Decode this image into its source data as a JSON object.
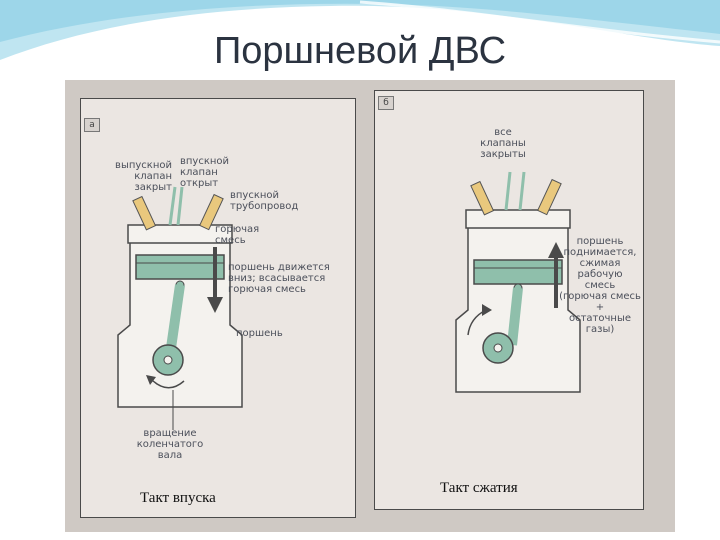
{
  "title": "Поршневой ДВС",
  "panel_a": {
    "tag": "а",
    "labels": {
      "exhaust_valve": "выпускной\nклапан\nзакрыт",
      "intake_valve": "впускной\nклапан\nоткрыт",
      "intake_pipe": "впускной\nтрубопровод",
      "mixture": "горючая\nсмесь",
      "piston_moves": "поршень движется\nвниз; всасывается\nгорючая смесь",
      "piston": "поршень",
      "crank_rotation": "вращение\nколенчатого\nвала"
    },
    "caption": "Такт впуска"
  },
  "panel_b": {
    "tag": "б",
    "labels": {
      "valves_closed": "все\nклапаны\nзакрыты",
      "piston_rises": "поршень\nподнимается,\nсжимая\nрабочую\nсмесь\n(горючая смесь\n+\nостаточные\nгазы)"
    },
    "caption": "Такт сжатия"
  },
  "colors": {
    "swoosh": "#8fd0e6",
    "engine_green": "#8fbfab",
    "engine_body": "#f4f2ee",
    "arrow": "#4a4a4a"
  }
}
